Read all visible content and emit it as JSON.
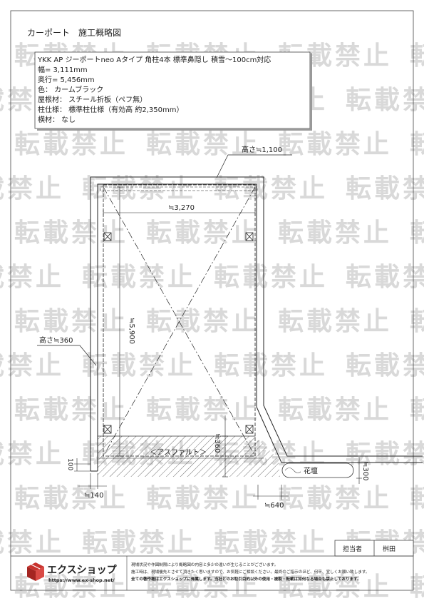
{
  "header": {
    "title": "カーポート　施工概略図"
  },
  "spec": {
    "lines": [
      "YKK AP ジーポートneo Aタイプ 角柱4本 標準鼻隠し 積雪～100cm対応",
      "幅= 3,111mm",
      "奥行= 5,456mm",
      "色： カームブラック",
      "屋根材： スチール折板（ペフ無）",
      "柱仕様： 標準柱仕様（有効高 約2,350mm）",
      "横材： なし"
    ]
  },
  "dimensions": {
    "height_front": "高さ≒1,100",
    "height_side": "高さ≒360",
    "width_inner": "≒3,270",
    "length_inner": "≒5,900",
    "step_height": "≒360",
    "left_100": "100",
    "bottom_140": "≒140",
    "bottom_640": "≒640",
    "right_300": "≒300"
  },
  "labels": {
    "asphalt": "＜アスファルト＞",
    "flowerbed": "花壇"
  },
  "watermark": {
    "text": "転載禁止"
  },
  "footer": {
    "person_label": "担当者",
    "person_name": "桝田",
    "company_name": "エクスショップ",
    "company_url": "https://www.ex-shop.net/",
    "notes": [
      "現場状況や作図制限により概略図の内容と多少の違いが生じることがございます。",
      "施工時は、現場優先とさせて頂きたく思いますので、お気軽にご相談ください。最終のご指示のほど、何卒、宜しくお願い致します。",
      "全ての著作権はエクスショップに帰属します。当社とのお取引目的以外の使用・複製・転載は如何なる場合も禁止しております。"
    ]
  },
  "colors": {
    "ink": "#222222",
    "watermark": "#d9d9d9",
    "logo_red": "#c8332e"
  }
}
